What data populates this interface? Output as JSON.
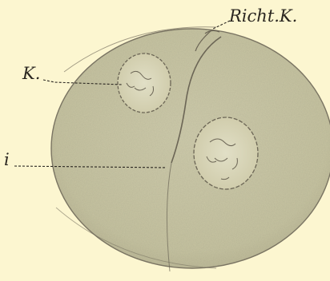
{
  "figure": {
    "labels": {
      "richt_k": "Richt.K.",
      "k": "K.",
      "i": "i"
    },
    "colors": {
      "background": "#fcf6d0",
      "cell_fill": "#c9c6a4",
      "outline": "#6b6555",
      "ink": "#2a2620"
    }
  }
}
